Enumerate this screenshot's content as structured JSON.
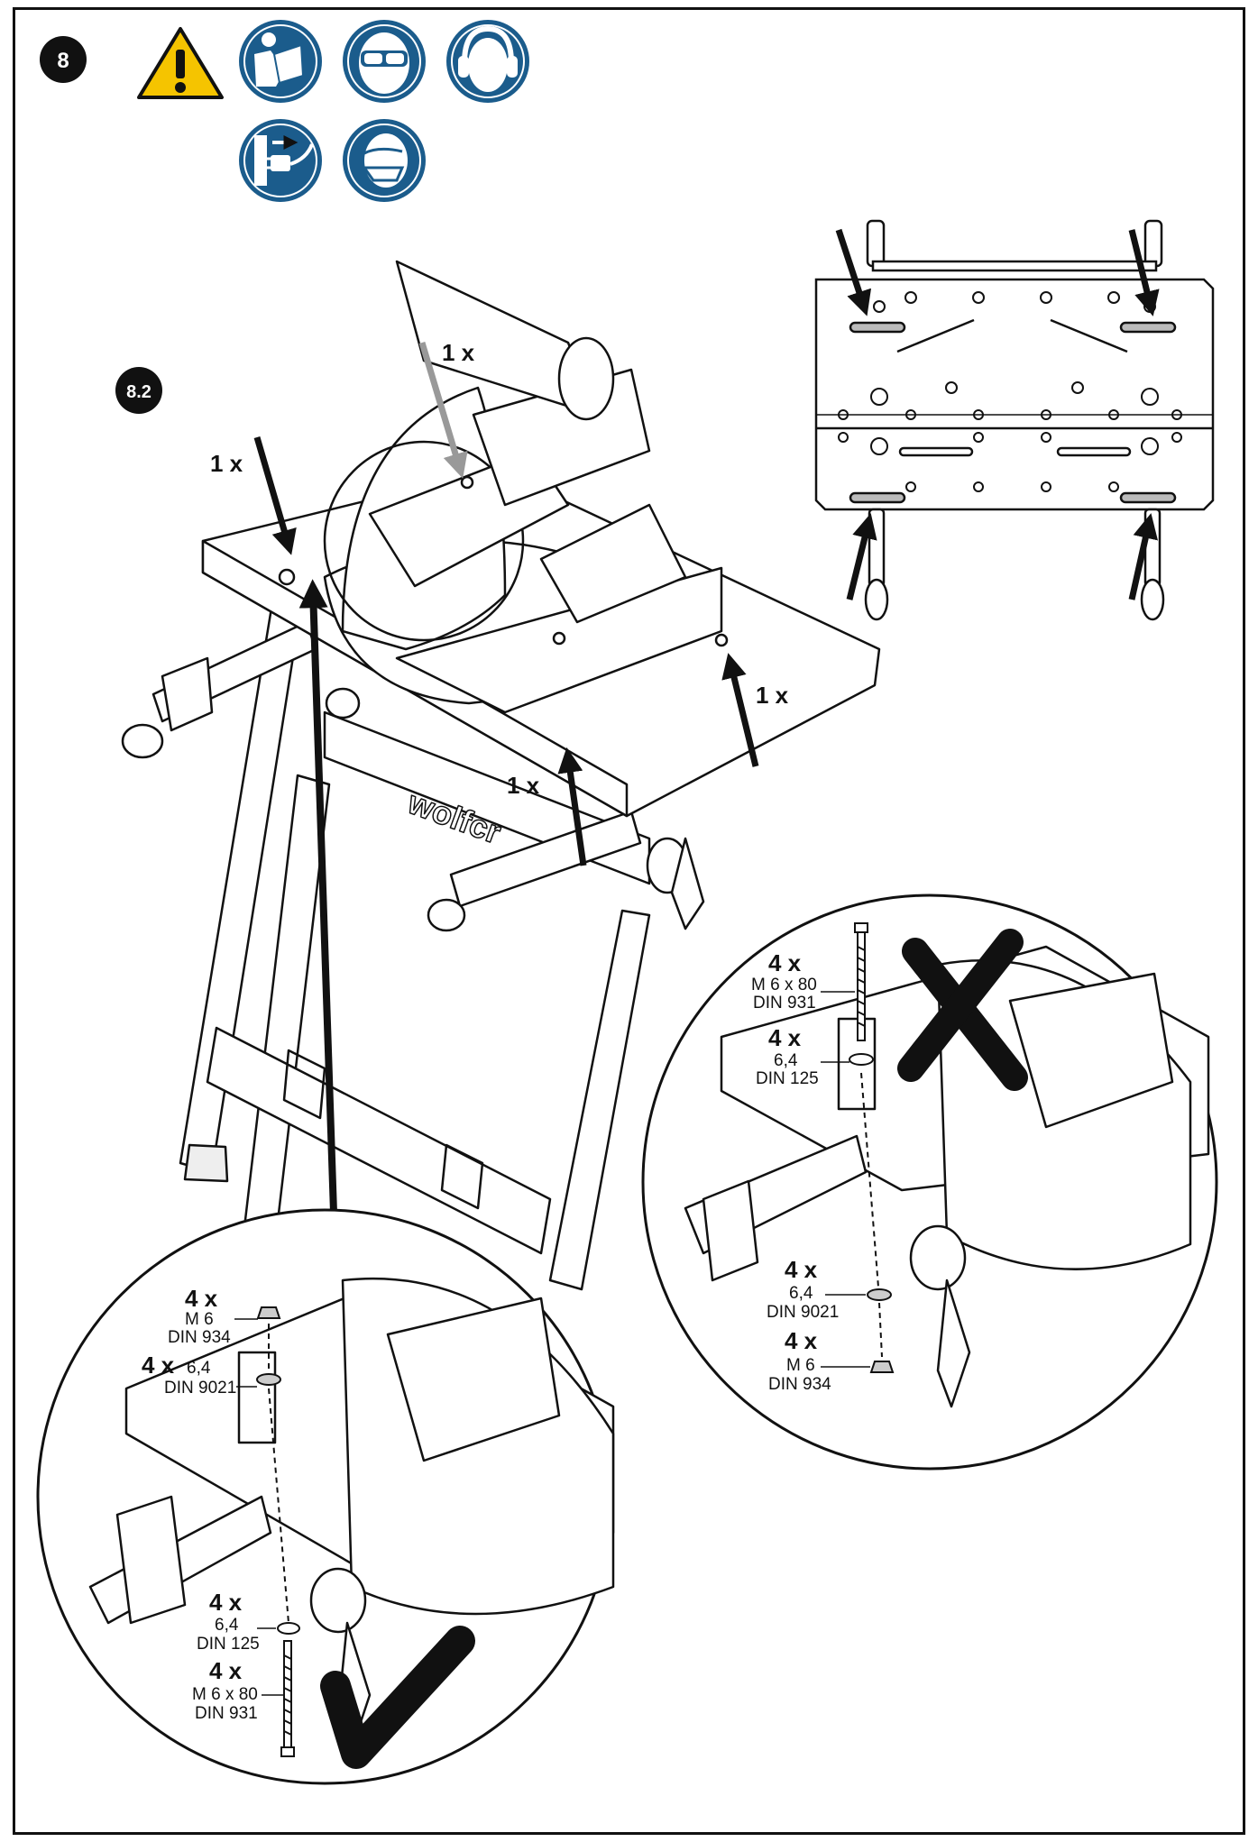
{
  "step": {
    "number": "8",
    "sub_number": "8.2"
  },
  "safety_icons": [
    "warning-triangle-icon",
    "read-manual-icon",
    "safety-glasses-icon",
    "ear-protection-icon",
    "unplug-icon",
    "dust-mask-icon"
  ],
  "colors": {
    "safety_blue": "#1b5c8c",
    "warning_yellow": "#f5c400",
    "ink": "#111111"
  },
  "callouts": {
    "top": "1 x",
    "left": "1 x",
    "right": "1 x",
    "middle": "1 x"
  },
  "wrong_detail": {
    "bolt_qty": "4 x",
    "bolt_spec": "M 6 x 80",
    "bolt_std": "DIN 931",
    "washer_top_qty": "4 x",
    "washer_top_spec": "6,4",
    "washer_top_std": "DIN 125",
    "washer_bot_qty": "4 x",
    "washer_bot_spec": "6,4",
    "washer_bot_std": "DIN 9021",
    "nut_qty": "4 x",
    "nut_spec": "M 6",
    "nut_std": "DIN 934"
  },
  "right_detail": {
    "nut_qty": "4 x",
    "nut_spec": "M 6",
    "nut_std": "DIN 934",
    "washer_top_qty": "4 x",
    "washer_top_spec": "6,4",
    "washer_top_std": "DIN 9021",
    "washer_bot_qty": "4 x",
    "washer_bot_spec": "6,4",
    "washer_bot_std": "DIN 125",
    "bolt_qty": "4 x",
    "bolt_spec": "M 6 x 80",
    "bolt_std": "DIN 931"
  },
  "brand_text": "wolfcr"
}
